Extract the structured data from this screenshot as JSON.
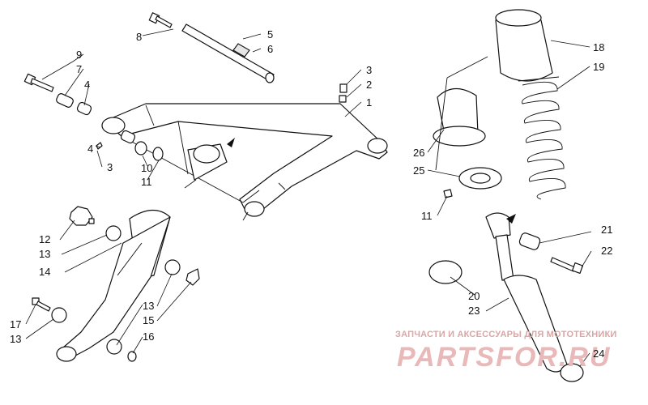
{
  "callouts": {
    "c1": "1",
    "c2": "2",
    "c3a": "3",
    "c3b": "3",
    "c4a": "4",
    "c4b": "4",
    "c5": "5",
    "c6": "6",
    "c7": "7",
    "c8": "8",
    "c9": "9",
    "c10": "10",
    "c11a": "11",
    "c11b": "11",
    "c12": "12",
    "c13a": "13",
    "c13b": "13",
    "c13c": "13",
    "c14": "14",
    "c15": "15",
    "c16": "16",
    "c17": "17",
    "c18": "18",
    "c19": "19",
    "c20": "20",
    "c21": "21",
    "c22": "22",
    "c23": "23",
    "c24": "24",
    "c25": "25",
    "c26": "26"
  },
  "watermark": {
    "tagline": "ЗАПЧАСТИ И АКСЕССУАРЫ ДЛЯ МОТОТЕХНИКИ",
    "brand": "PARTSFOR.RU"
  },
  "colors": {
    "line": "#111111",
    "watermark": "#e0a0a0"
  }
}
